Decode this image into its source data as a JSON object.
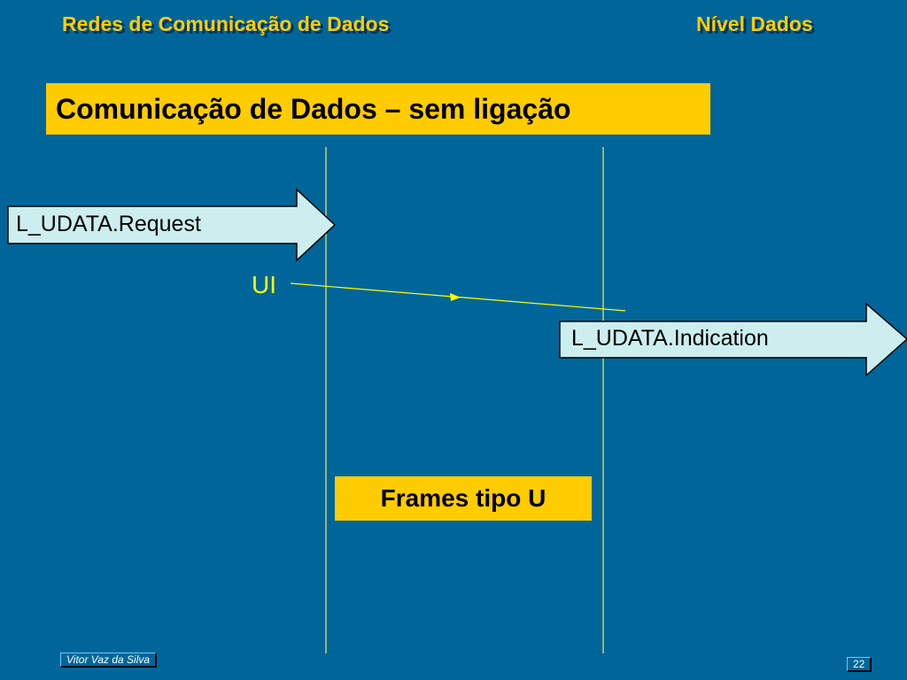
{
  "header": {
    "course_title": "Redes de Comunicação de Dados",
    "section_title": "Nível Dados"
  },
  "slide": {
    "title": "Comunicação de Dados – sem ligação"
  },
  "diagram": {
    "request_label": "L_UDATA.Request",
    "indication_label": "L_UDATA.Indication",
    "frame_label": "UI",
    "frames_note": "Frames tipo U"
  },
  "footer": {
    "author": "Vitor Vaz da Silva",
    "page_number": "22"
  },
  "colors": {
    "background": "#006699",
    "accent_yellow": "#FFCC00",
    "arrow_fill": "#CCEEEE",
    "timeline_line": "#CCCC66",
    "frame_arrow": "#FFFF00"
  }
}
